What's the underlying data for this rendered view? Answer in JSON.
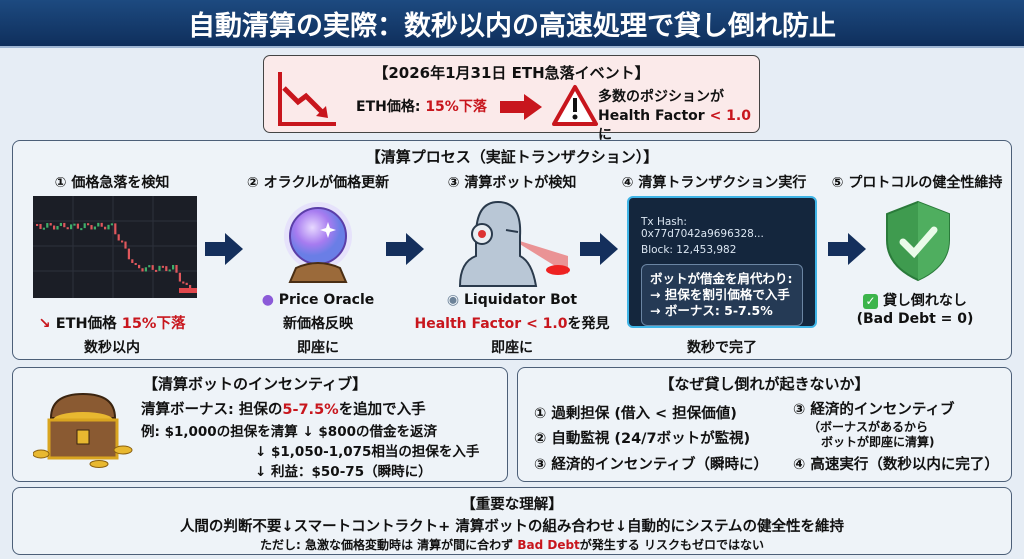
{
  "title": "自動清算の実際：数秒以内の高速処理で貸し倒れ防止",
  "event": {
    "heading": "【2026年1月31日 ETH急落イベント】",
    "price_label": "ETH価格: ",
    "price_drop": "15%下落",
    "positions_line1": "多数のポジションが",
    "hf_prefix": "Health Factor ",
    "hf_value": "< 1.0",
    "hf_suffix": "に"
  },
  "process": {
    "heading": "【清算プロセス（実証トランザクション）】",
    "steps": [
      {
        "title": "① 価格急落を検知",
        "line1_prefix": "ETH価格 ",
        "line1_red": "15%下落",
        "time": "数秒以内"
      },
      {
        "title": "② オラクルが価格更新",
        "line1": "Price Oracle",
        "line2": "新価格反映",
        "time": "即座に"
      },
      {
        "title": "③ 清算ボットが検知",
        "line1": "Liquidator Bot",
        "line2_red": "Health Factor < 1.0",
        "line2_suffix": "を発見",
        "time": "即座に"
      },
      {
        "title": "④ 清算トランザクション実行",
        "tx_hash": "Tx Hash: 0x77d7042a9696328...",
        "block": "Block: 12,453,982",
        "tx_lines": [
          "ボットが借金を肩代わり:",
          "→ 担保を割引価格で入手",
          "→ ボーナス: 5-7.5%"
        ],
        "time": "数秒で完了"
      },
      {
        "title": "⑤ プロトコルの健全性維持",
        "line1": "貸し倒れなし",
        "line2": "(Bad Debt = 0)"
      }
    ]
  },
  "incentive": {
    "heading": "【清算ボットのインセンティブ】",
    "bonus_prefix": "清算ボーナス: 担保の",
    "bonus_red": "5-7.5%",
    "bonus_suffix": "を追加で入手",
    "lines": [
      "例: $1,000の担保を清算 ↓ $800の借金を返済",
      "↓ $1,050-1,075相当の担保を入手",
      "↓ 利益：$50-75（瞬時に）"
    ]
  },
  "why": {
    "heading": "【なぜ貸し倒れが起きないか】",
    "left": [
      "① 過剰担保 (借入 < 担保価値)",
      "② 自動監視 (24/7ボットが監視)",
      "③ 経済的インセンティブ（瞬時に）"
    ],
    "right_title": "③ 経済的インセンティブ",
    "right_sub": [
      "（ボーナスがあるから",
      "ボットが即座に清算)"
    ],
    "right_last": "④ 高速実行（数秒以内に完了）"
  },
  "key": {
    "heading": "【重要な理解】",
    "line1": "人間の判断不要↓スマートコントラクト+ 清算ボットの組み合わせ↓自動的にシステムの健全性を維持",
    "line2_prefix": "ただし: 急激な価格変動時は 清算が間に合わず ",
    "line2_red": "Bad Debt",
    "line2_suffix": "が発生する リスクもゼロではない"
  },
  "colors": {
    "navy": "#0f2f5c",
    "red": "#c8161d",
    "green": "#3f9b4f"
  }
}
